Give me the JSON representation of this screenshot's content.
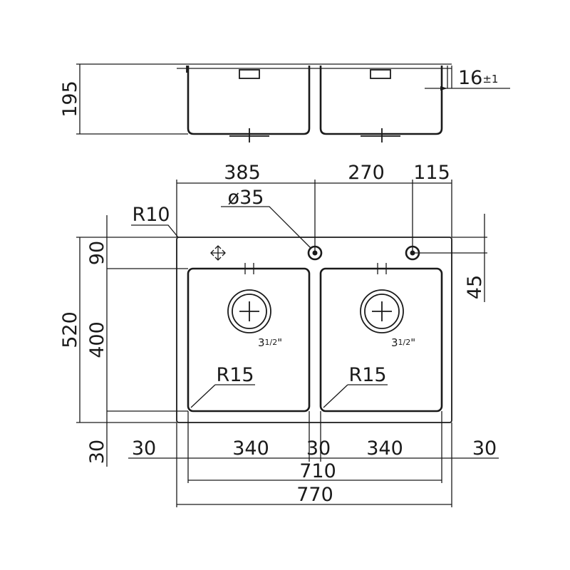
{
  "dimensions": {
    "depth": "195",
    "rim_height": "16",
    "rim_tolerance": "±1",
    "left_bowl_offset": "385",
    "tap_spacing": "270",
    "right_tap_offset": "115",
    "tap_hole_diameter": "ø35",
    "corner_radius_outer": "R10",
    "tap_row_height": "90",
    "overall_depth": "520",
    "bowl_depth": "400",
    "tap_row_offset": "45",
    "front_margin": "30",
    "bowl_radius_left": "R15",
    "bowl_radius_right": "R15",
    "margin_left": "30",
    "bowl_width_left": "340",
    "divider_width": "30",
    "bowl_width_right": "340",
    "margin_right": "30",
    "inner_width": "710",
    "overall_width": "770"
  },
  "drains": {
    "left_size_whole": "3",
    "left_size_fraction": "1/2",
    "left_size_unit": "\"",
    "right_size_whole": "3",
    "right_size_fraction": "1/2",
    "right_size_unit": "\""
  }
}
